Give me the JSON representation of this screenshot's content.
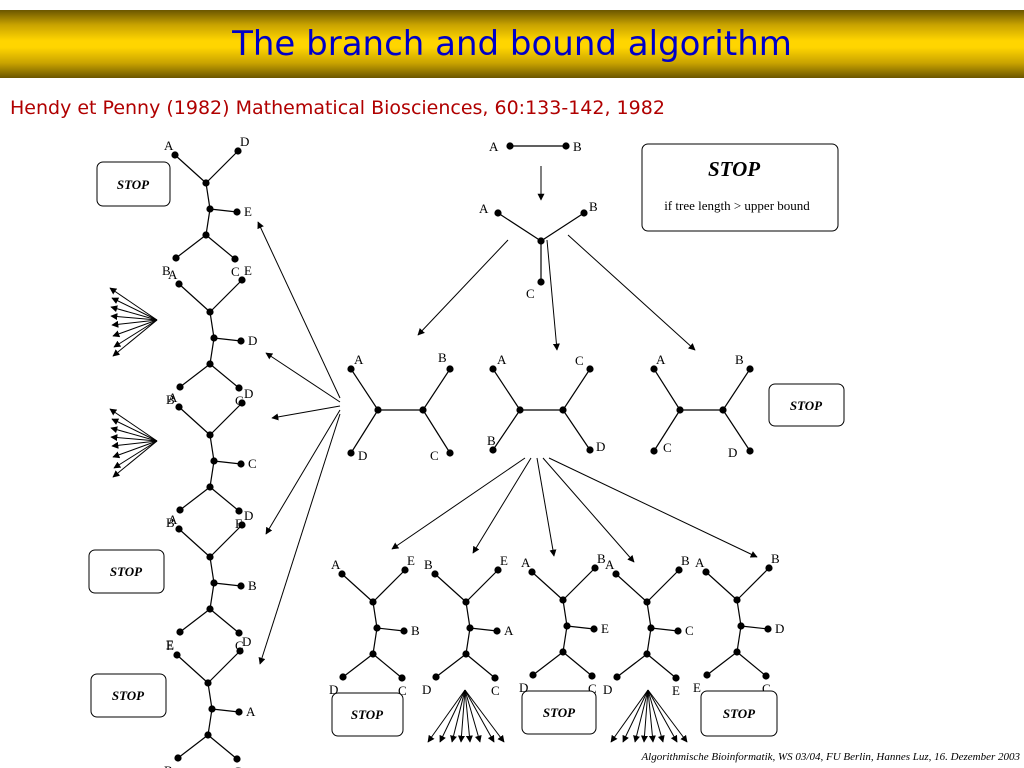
{
  "title": "The branch and bound algorithm",
  "citation": "Hendy et Penny (1982) Mathematical Biosciences, 60:133-142, 1982",
  "footer": "Algorithmische Bioinformatik, WS 03/04, FU Berlin, Hannes Luz, 16. Dezember 2003",
  "legend": {
    "stop": "STOP",
    "condition": "if tree length > upper bound"
  },
  "stop_label": "STOP",
  "trees": {
    "t2": {
      "a": "A",
      "b": "B"
    },
    "t3": {
      "a": "A",
      "b": "B",
      "c": "C"
    },
    "mid1": {
      "tl": "A",
      "tr": "B",
      "bl": "D",
      "br": "C"
    },
    "mid2": {
      "tl": "A",
      "tr": "C",
      "bl": "B",
      "br": "D"
    },
    "mid3": {
      "tl": "A",
      "tr": "B",
      "bl": "C",
      "br": "D"
    },
    "left": [
      {
        "tl": "A",
        "tr": "D",
        "side": "E",
        "bl": "B",
        "br": "C"
      },
      {
        "tl": "A",
        "tr": "E",
        "side": "D",
        "bl": "B",
        "br": "C"
      },
      {
        "tl": "A",
        "tr": "D",
        "side": "C",
        "bl": "B",
        "br": "E"
      },
      {
        "tl": "A",
        "tr": "D",
        "side": "B",
        "bl": "E",
        "br": "C"
      },
      {
        "tl": "E",
        "tr": "D",
        "side": "A",
        "bl": "B",
        "br": "C"
      }
    ],
    "bottom": [
      {
        "tl": "A",
        "tr": "E",
        "side": "B",
        "bl": "D",
        "br": "C"
      },
      {
        "tl": "B",
        "tr": "E",
        "side": "A",
        "bl": "D",
        "br": "C"
      },
      {
        "tl": "A",
        "tr": "B",
        "side": "E",
        "bl": "D",
        "br": "C"
      },
      {
        "tl": "A",
        "tr": "B",
        "side": "C",
        "bl": "D",
        "br": "E"
      },
      {
        "tl": "A",
        "tr": "B",
        "side": "D",
        "bl": "E",
        "br": "C"
      }
    ]
  }
}
